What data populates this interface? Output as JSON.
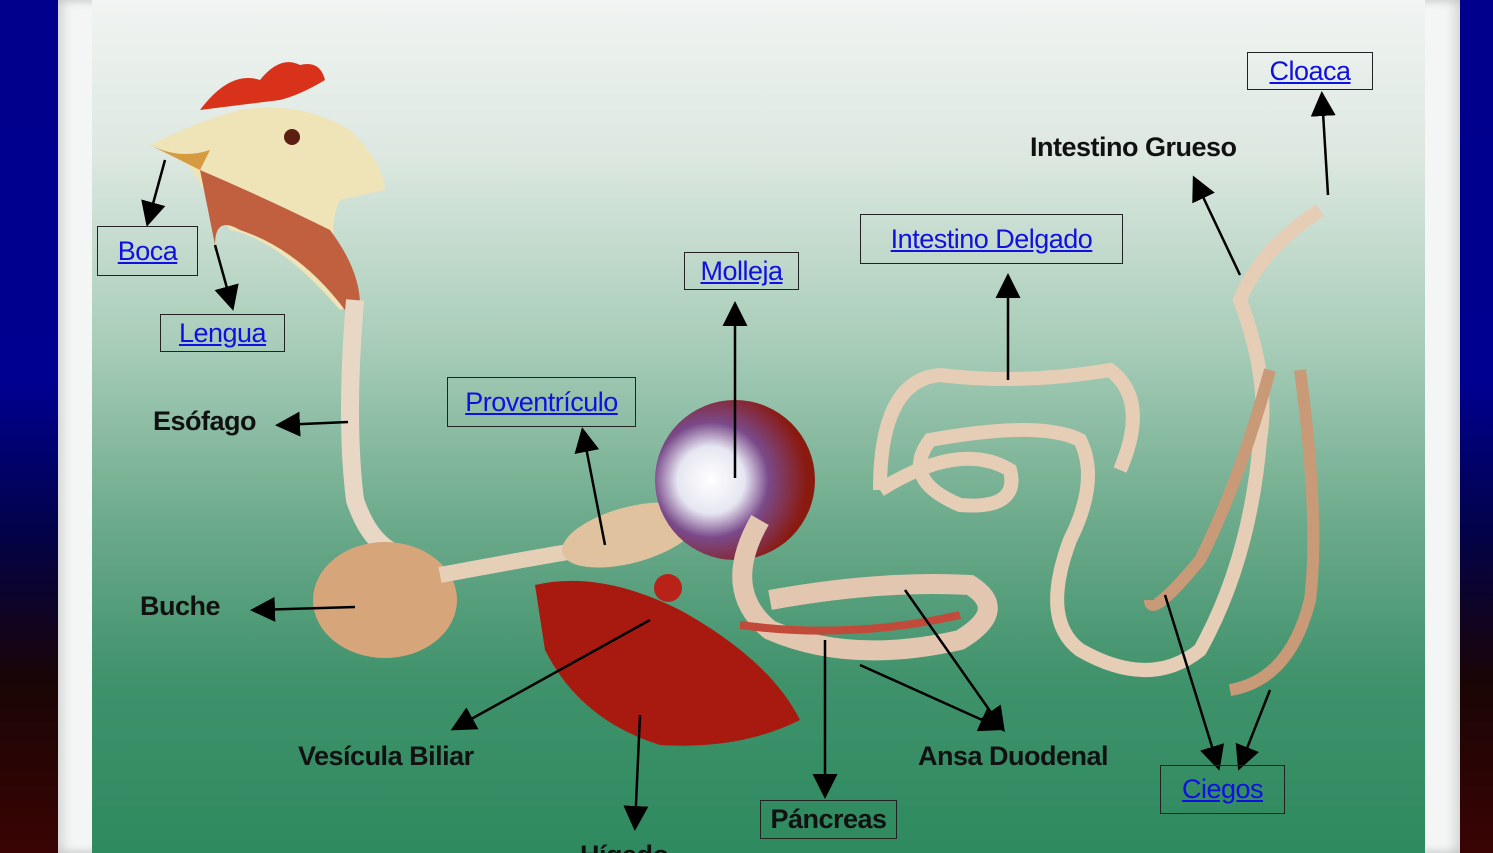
{
  "colors": {
    "link": "#1010e0",
    "panel_bottom": "#2e8a5f",
    "panel_top": "#f1f4f2",
    "frame_side": "#00008c"
  },
  "labels": {
    "cloaca": "Cloaca",
    "intestino_grueso": "Intestino Grueso",
    "intestino_delgado": "Intestino Delgado",
    "molleja": "Molleja",
    "boca": "Boca",
    "lengua": "Lengua",
    "proventriculo": "Proventrículo",
    "esofago": "Esófago",
    "buche": "Buche",
    "vesicula_biliar": "Vesícula Biliar",
    "ansa_duodenal": "Ansa Duodenal",
    "pancreas": "Páncreas",
    "ciegos": "Ciegos",
    "higado": "Hígado"
  }
}
